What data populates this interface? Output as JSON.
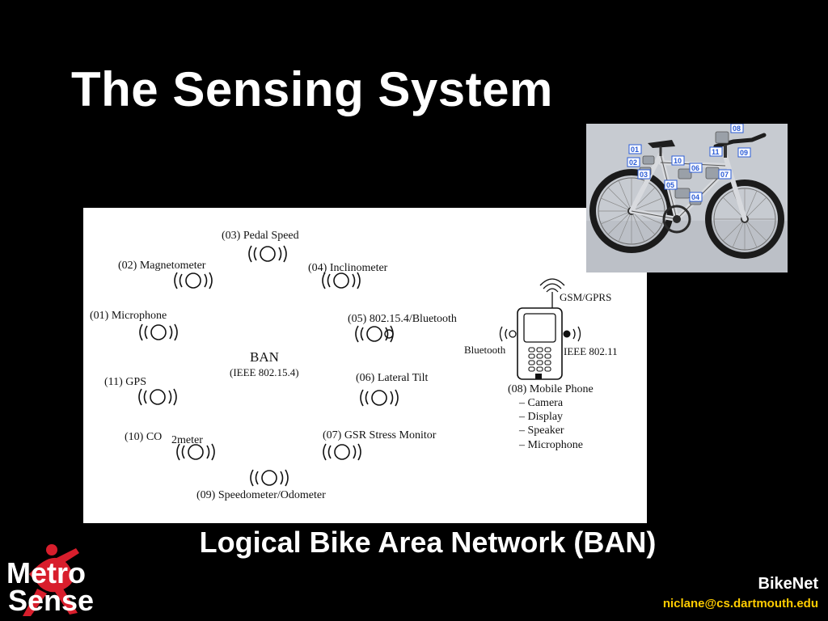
{
  "slide": {
    "title": "The Sensing System",
    "caption": "Logical Bike Area Network (BAN)",
    "footer_title": "BikeNet",
    "footer_email": "niclane@cs.dartmouth.edu"
  },
  "logo": {
    "line1": "Metro",
    "line2": "Sense"
  },
  "diagram": {
    "sensors": [
      {
        "id": "pedal",
        "label": "(03) Pedal Speed"
      },
      {
        "id": "magnetometer",
        "label": "(02) Magnetometer"
      },
      {
        "id": "inclinometer",
        "label": "(04) Inclinometer"
      },
      {
        "id": "microphone",
        "label": "(01) Microphone"
      },
      {
        "id": "bluetooth",
        "label": "(05) 802.15.4/Bluetooth"
      },
      {
        "id": "gps",
        "label": "(11) GPS"
      },
      {
        "id": "lateral",
        "label": "(06) Lateral Tilt"
      },
      {
        "id": "co2a",
        "label": "(10) CO"
      },
      {
        "id": "co2b",
        "label": "2meter"
      },
      {
        "id": "gsr",
        "label": "(07) GSR Stress Monitor"
      },
      {
        "id": "speedo",
        "label": "(09) Speedometer/Odometer"
      }
    ],
    "ban_label": "BAN",
    "ban_sub": "(IEEE 802.15.4)",
    "phone": {
      "gsm": "GSM/GPRS",
      "bluetooth": "Bluetooth",
      "ieee": "IEEE 802.11",
      "title": "(08) Mobile Phone",
      "features": [
        "– Camera",
        "– Display",
        "– Speaker",
        "– Microphone"
      ]
    }
  },
  "bike_photo": {
    "tags": [
      "01",
      "02",
      "03",
      "10",
      "06",
      "05",
      "04",
      "11",
      "08",
      "09",
      "07"
    ],
    "tag_color": "#2a5bd7"
  }
}
